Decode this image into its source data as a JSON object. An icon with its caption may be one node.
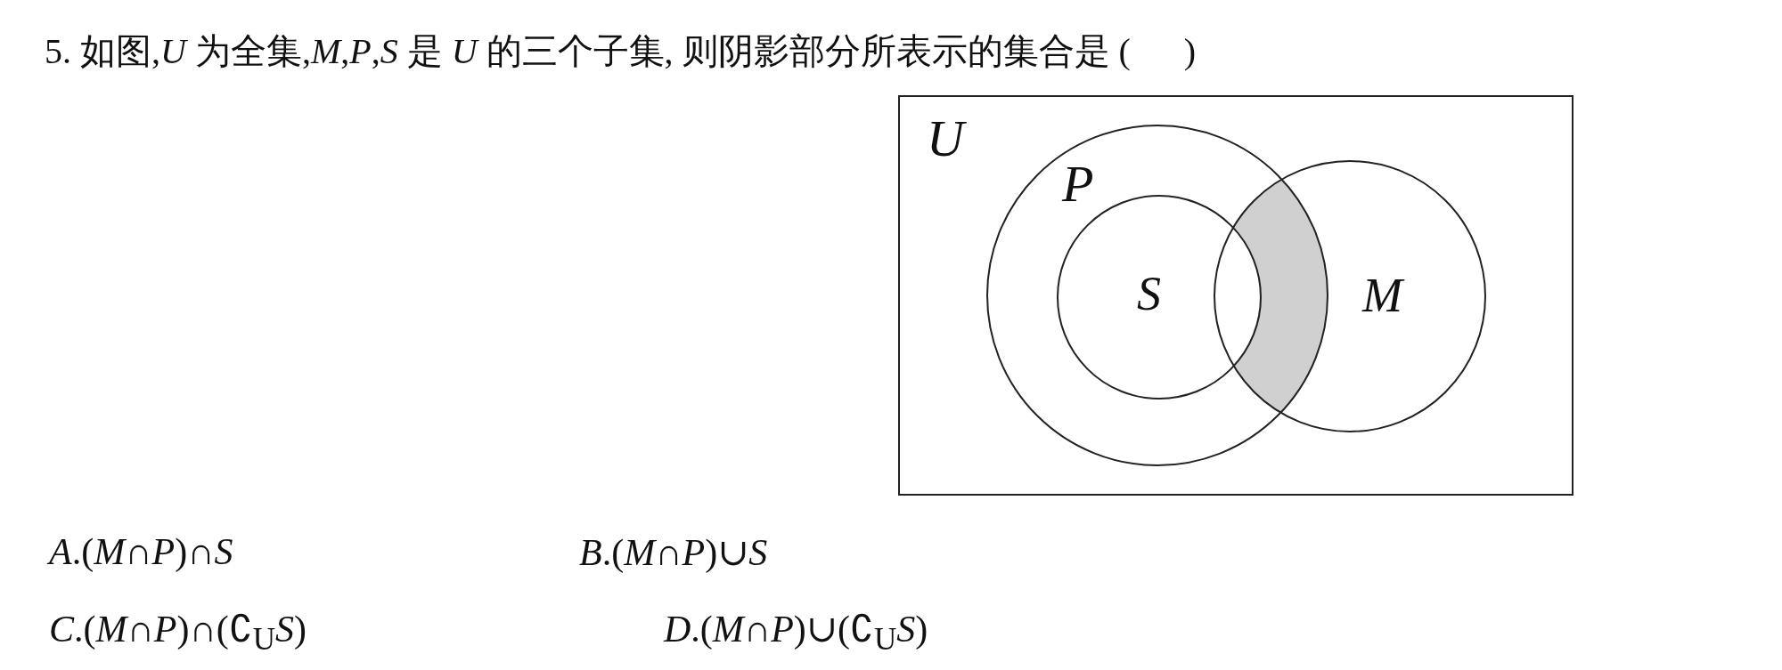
{
  "diagram": {
    "title": "5. 如图,*U* 为全集,*M*,*P*,*S* 是 *U* 的三个子集, 则阴影部分所表示的集合是 (      )",
    "nodes": [
      {
        "text": [
          "U"
        ]
      },
      {
        "text": [
          "P"
        ],
        "in": 0
      },
      {
        "text": [
          "S"
        ],
        "in": 1
      },
      {
        "text": [
          "M"
        ],
        "in": 0
      },
      {
        "text": [],
        "shape": "lens"
      }
    ],
    "labels": [
      "*A*.(*M*∩*P*)∩*S*",
      "*B*.(*M*∩*P*)∪*S*",
      "*C*.(*M*∩*P*)∩(∁$_{U}$*S*)",
      "*D*.(*M*∩*P*)∪(∁$_{U}$*S*)"
    ]
  }
}
